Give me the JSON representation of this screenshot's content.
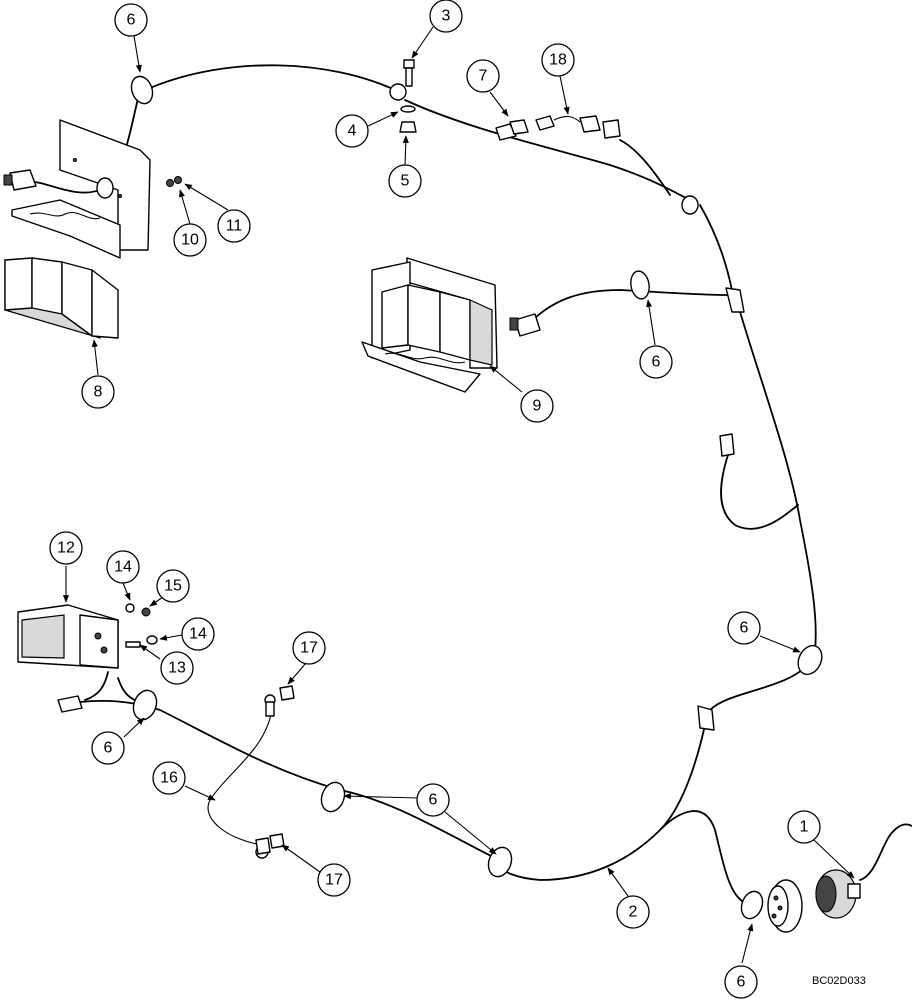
{
  "drawing_code": "BC02D033",
  "callouts": {
    "c1": "1",
    "c2": "2",
    "c3": "3",
    "c4": "4",
    "c5": "5",
    "c6a": "6",
    "c6b": "6",
    "c6c": "6",
    "c6d": "6",
    "c6e": "6",
    "c6f": "6",
    "c7": "7",
    "c8": "8",
    "c9": "9",
    "c10": "10",
    "c11": "11",
    "c12": "12",
    "c13": "13",
    "c14a": "14",
    "c14b": "14",
    "c15": "15",
    "c16": "16",
    "c17a": "17",
    "c17b": "17",
    "c18": "18"
  }
}
